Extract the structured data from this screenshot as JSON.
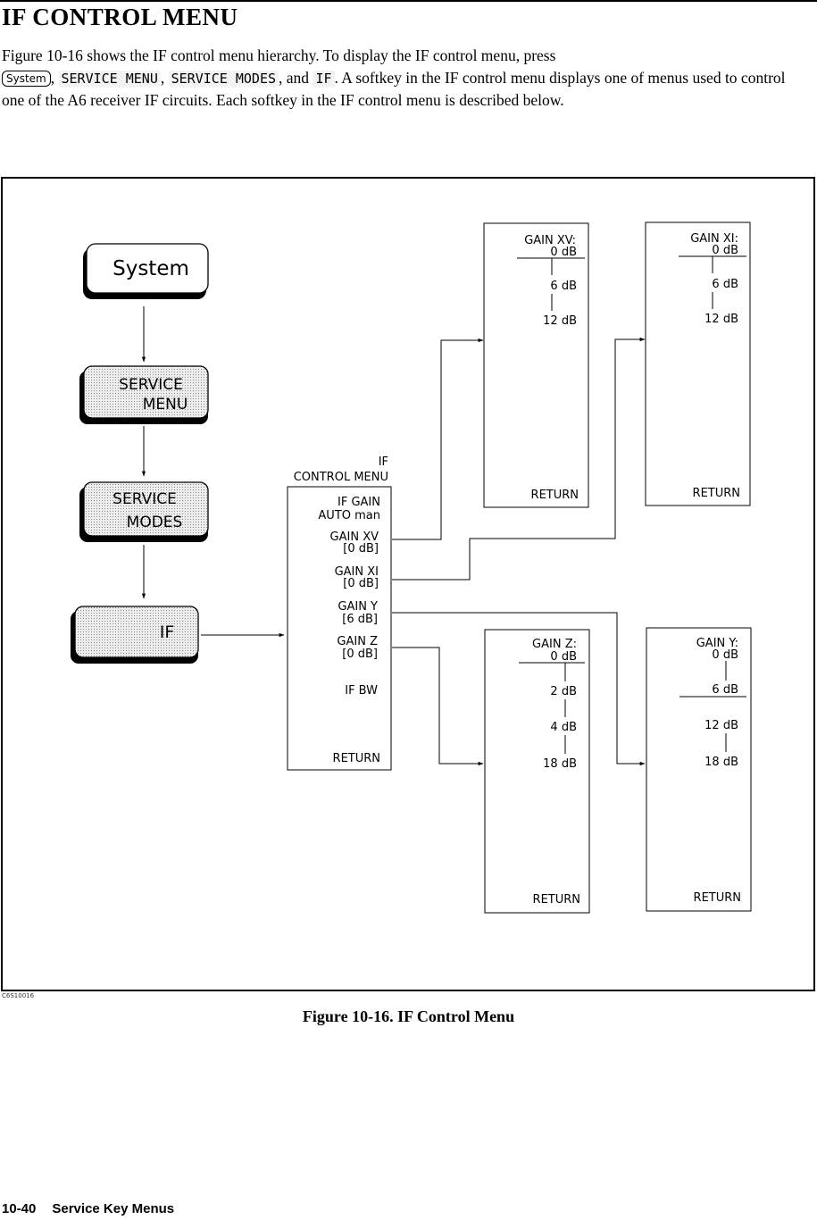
{
  "section_title": "IF CONTROL MENU",
  "intro": {
    "text1": "Figure 10-16 shows the IF control menu hierarchy. To display the IF control menu, press",
    "key_system": "System",
    "sep1": ",",
    "softkey_service_menu": "SERVICE MENU",
    "sep2": ",",
    "softkey_service_modes": "SERVICE MODES",
    "sep3": ", and",
    "softkey_if": "IF",
    "text2": ". A softkey in the IF control menu displays one of menus used to control one of the A6 receiver IF circuits. Each softkey in the IF control menu is described below."
  },
  "diagram": {
    "keys": {
      "system": "System",
      "service_menu_1": "SERVICE",
      "service_menu_2": "MENU",
      "service_modes_1": "SERVICE",
      "service_modes_2": "MODES",
      "if": "IF"
    },
    "if_menu": {
      "title_1": "IF",
      "title_2": "CONTROL MENU",
      "if_gain_1": "IF GAIN",
      "if_gain_2": "AUTO man",
      "gain_xv_1": "GAIN XV",
      "gain_xv_2": "[0 dB]",
      "gain_xi_1": "GAIN XI",
      "gain_xi_2": "[0 dB]",
      "gain_y_1": "GAIN Y",
      "gain_y_2": "[6 dB]",
      "gain_z_1": "GAIN Z",
      "gain_z_2": "[0 dB]",
      "if_bw": "IF BW",
      "return": "RETURN"
    },
    "xv_menu": {
      "title": "GAIN XV:",
      "items": [
        "0 dB",
        "6 dB",
        "12 dB"
      ],
      "return": "RETURN"
    },
    "xi_menu": {
      "title": "GAIN XI:",
      "items": [
        "0 dB",
        "6 dB",
        "12 dB"
      ],
      "return": "RETURN"
    },
    "z_menu": {
      "title": "GAIN Z:",
      "items": [
        "0 dB",
        "2 dB",
        "4 dB",
        "18 dB"
      ],
      "return": "RETURN"
    },
    "y_menu": {
      "title": "GAIN Y:",
      "items": [
        "0 dB",
        "6 dB",
        "12 dB",
        "18 dB"
      ],
      "return": "RETURN"
    }
  },
  "figure_id": "C6S10016",
  "caption": "Figure 10-16. IF Control Menu",
  "footer": {
    "page": "10-40",
    "title": "Service Key Menus"
  }
}
